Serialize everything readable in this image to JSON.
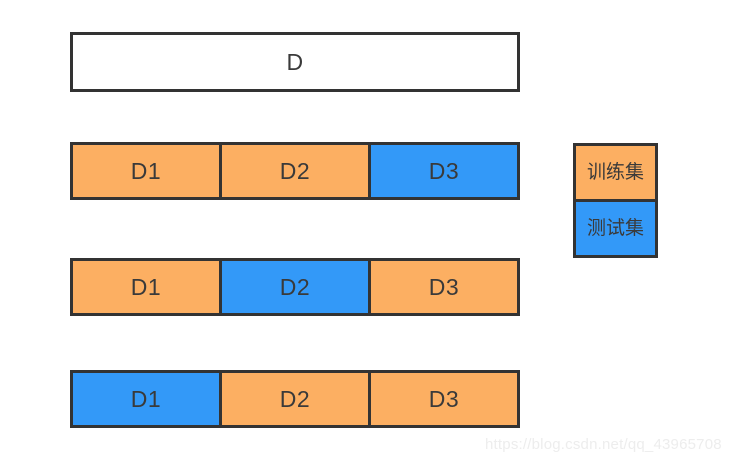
{
  "colors": {
    "train": "#fcaf62",
    "test": "#3399f8",
    "border": "#333333",
    "background": "#ffffff",
    "text": "#3a3a3a",
    "watermark": "#ededed"
  },
  "diagram": {
    "title": "D",
    "full_dataset_label": "D",
    "segment_labels": [
      "D1",
      "D2",
      "D3"
    ],
    "folds": [
      {
        "index": 1,
        "segments": [
          {
            "label": "D1",
            "role": "train"
          },
          {
            "label": "D2",
            "role": "train"
          },
          {
            "label": "D3",
            "role": "test"
          }
        ]
      },
      {
        "index": 2,
        "segments": [
          {
            "label": "D1",
            "role": "train"
          },
          {
            "label": "D2",
            "role": "test"
          },
          {
            "label": "D3",
            "role": "train"
          }
        ]
      },
      {
        "index": 3,
        "segments": [
          {
            "label": "D1",
            "role": "test"
          },
          {
            "label": "D2",
            "role": "train"
          },
          {
            "label": "D3",
            "role": "train"
          }
        ]
      }
    ]
  },
  "legend": {
    "items": [
      {
        "label": "训练集",
        "role": "train"
      },
      {
        "label": "测试集",
        "role": "test"
      }
    ]
  },
  "watermark": {
    "text": "https://blog.csdn.net/qq_43965708"
  }
}
